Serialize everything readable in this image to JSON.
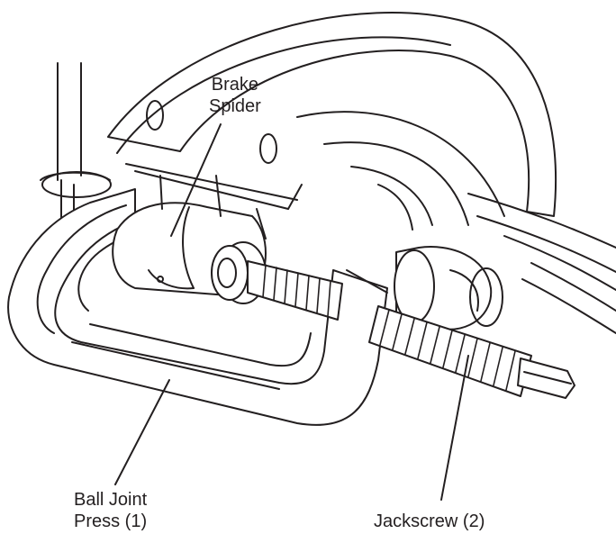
{
  "callouts": {
    "brake_spider": {
      "line1": "Brake",
      "line2": "Spider"
    },
    "ball_joint_press": {
      "line1": "Ball Joint",
      "line2": "Press (1)"
    },
    "jackscrew": {
      "line1": "Jackscrew (2)"
    }
  },
  "colors": {
    "ink": "#231f20",
    "background": "#ffffff"
  }
}
